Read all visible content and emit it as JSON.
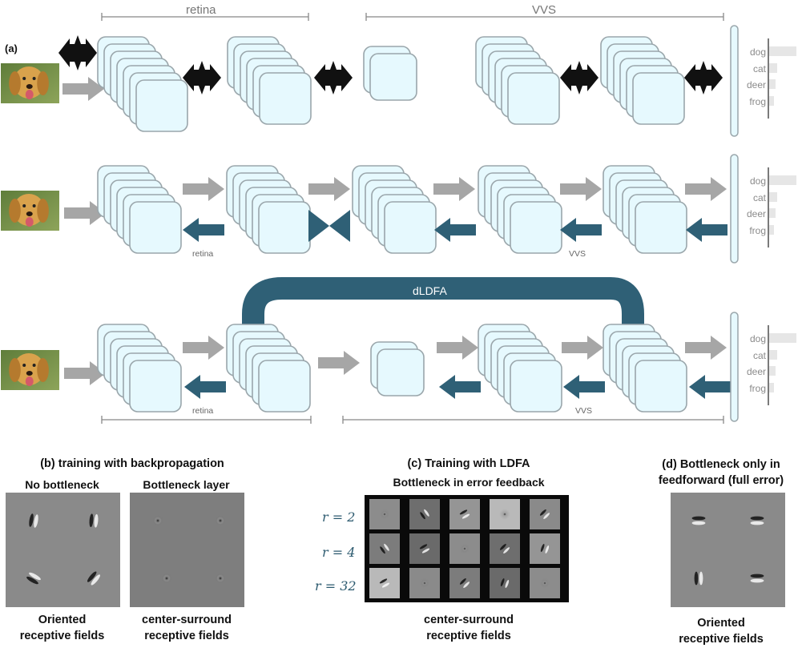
{
  "panel_a": {
    "label": "(a)",
    "span_labels": {
      "top_retina": "retina",
      "top_vvs": "VVS",
      "bottom_retina": "retina",
      "bottom_vvs": "VVS"
    },
    "row2_labels": {
      "retina": "retina",
      "vvs": "VVS"
    },
    "dldfa_label": "dLDFA",
    "classes": [
      "dog",
      "cat",
      "deer",
      "frog"
    ],
    "class_scores": [
      0.85,
      0.25,
      0.2,
      0.15
    ]
  },
  "panel_b": {
    "title": "(b) training with backpropagation",
    "left_title": "No bottleneck",
    "right_title": "Bottleneck layer",
    "left_caption": [
      "Oriented",
      "receptive fields"
    ],
    "right_caption": [
      "center-surround",
      "receptive fields"
    ]
  },
  "panel_c": {
    "title": "(c) Training with LDFA",
    "subtitle": "Bottleneck in error feedback",
    "rows": [
      "r = 2",
      "r = 4",
      "r = 32"
    ],
    "caption": [
      "center-surround",
      "receptive fields"
    ]
  },
  "panel_d": {
    "title": [
      "(d) Bottleneck only in",
      "feedforward (full error)"
    ],
    "caption": [
      "Oriented",
      "receptive fields"
    ]
  },
  "colors": {
    "layer_fill": "#e6f9fe",
    "layer_stroke": "#9aa6ab",
    "forward_arrow": "#a6a6a6",
    "feedback_arrow": "#2f6076",
    "backprop_arrow": "#111111",
    "bar": "#e6e6e6"
  }
}
